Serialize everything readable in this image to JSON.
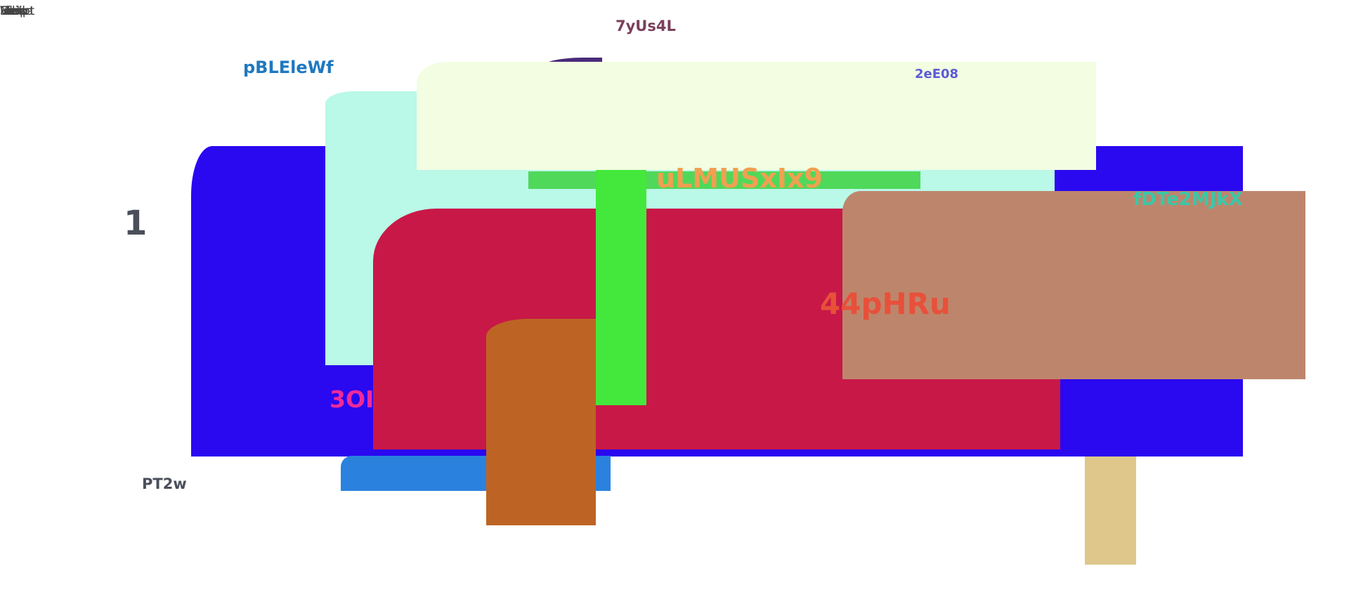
{
  "overlay_text": [
    "Mode",
    "Help",
    "Insert",
    "View",
    "Edit",
    "File",
    "Script"
  ],
  "labels": {
    "7yUs4L": {
      "text": "7yUs4L",
      "color": "#7b3f5a"
    },
    "pBLEleWf": {
      "text": "pBLEleWf",
      "color": "#1f78c0"
    },
    "2eE08": {
      "text": "2eE08",
      "color": "#5b5bd6"
    },
    "uLMUSxIx9": {
      "text": "uLMUSxIx9",
      "color": "#f0a050"
    },
    "fDTe2MJkX": {
      "text": "fDTe2MJkX",
      "color": "#38c8a8"
    },
    "1": {
      "text": "1",
      "color": "#4a4f5a"
    },
    "44pHRu": {
      "text": "44pHRu",
      "color": "#e8503a"
    },
    "3OI": {
      "text": "3OI",
      "color": "#ee2a9a"
    },
    "PT2w": {
      "text": "PT2w",
      "color": "#4a4f5a"
    }
  },
  "colors": {
    "blue_panel": "#2a08f0",
    "mint_panel": "#baf8e8",
    "cream_panel": "#f2fde2",
    "purple_tab": "#4a2a7a",
    "green_bar": "#50d85a",
    "green_column": "#44e83c",
    "crimson_panel": "#c81847",
    "tan_panel": "#bd866c",
    "orange_block": "#bd6424",
    "light_blue_bar": "#2a82de",
    "beige_block": "#dfc78c"
  }
}
